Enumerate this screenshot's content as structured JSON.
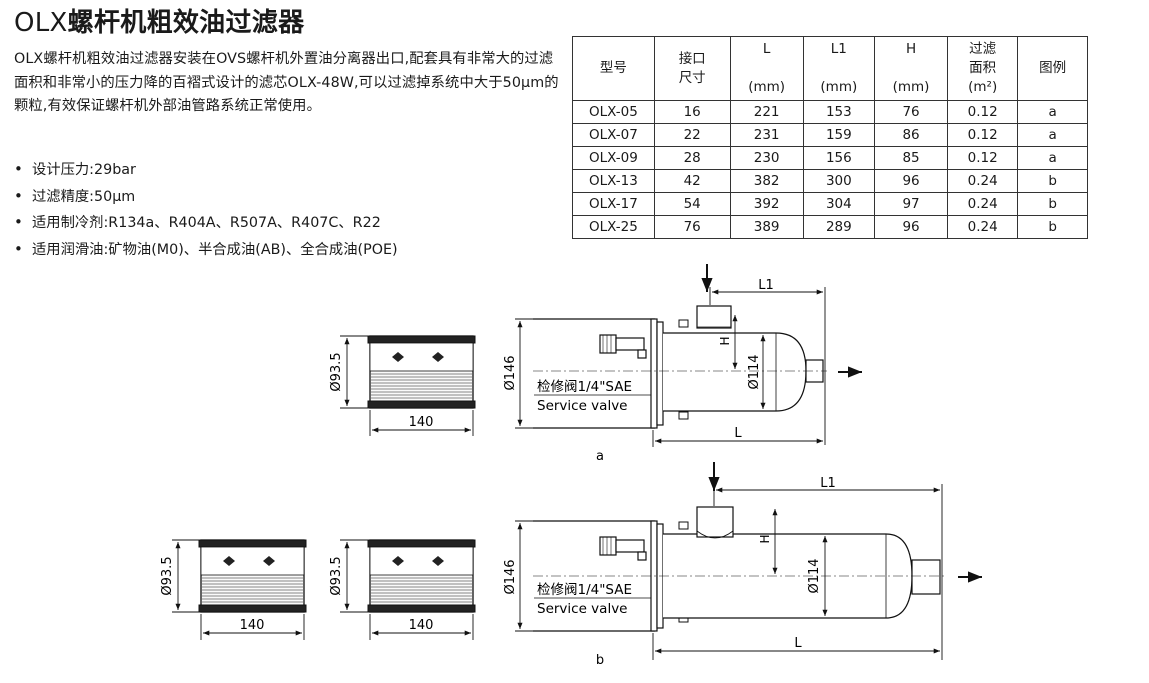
{
  "title": {
    "latin": "OLX",
    "cjk": "螺杆机粗效油过滤器"
  },
  "intro": "OLX螺杆机粗效油过滤器安装在OVS螺杆机外置油分离器出口,配套具有非常大的过滤面积和非常小的压力降的百褶式设计的滤芯OLX-48W,可以过滤掉系统中大于50μm的颗粒,有效保证螺杆机外部油管路系统正常使用。",
  "specs": [
    "设计压力:29bar",
    "过滤精度:50μm",
    "适用制冷剂:R134a、R404A、R507A、R407C、R22",
    "适用润滑油:矿物油(M0)、半合成油(AB)、全合成油(POE)"
  ],
  "table": {
    "headers": [
      [
        "型号"
      ],
      [
        "接口",
        "尺寸"
      ],
      [
        "L",
        "(mm)"
      ],
      [
        "L1",
        "(mm)"
      ],
      [
        "H",
        "(mm)"
      ],
      [
        "过滤",
        "面积",
        "(m²)"
      ],
      [
        "图例"
      ]
    ],
    "rows": [
      [
        "OLX-05",
        "16",
        "221",
        "153",
        "76",
        "0.12",
        "a"
      ],
      [
        "OLX-07",
        "22",
        "231",
        "159",
        "86",
        "0.12",
        "a"
      ],
      [
        "OLX-09",
        "28",
        "230",
        "156",
        "85",
        "0.12",
        "a"
      ],
      [
        "OLX-13",
        "42",
        "382",
        "300",
        "96",
        "0.24",
        "b"
      ],
      [
        "OLX-17",
        "54",
        "392",
        "304",
        "97",
        "0.24",
        "b"
      ],
      [
        "OLX-25",
        "76",
        "389",
        "289",
        "96",
        "0.24",
        "b"
      ]
    ]
  },
  "drawing": {
    "element_diameter": "Ø93.5",
    "element_length": "140",
    "housing_diameter": "Ø146",
    "body_diameter": "Ø114",
    "dim_L": "L",
    "dim_L1": "L1",
    "dim_H": "H",
    "valve_cn": "检修阀1/4\"SAE",
    "valve_en": "Service valve",
    "caption_a": "a",
    "caption_b": "b"
  }
}
